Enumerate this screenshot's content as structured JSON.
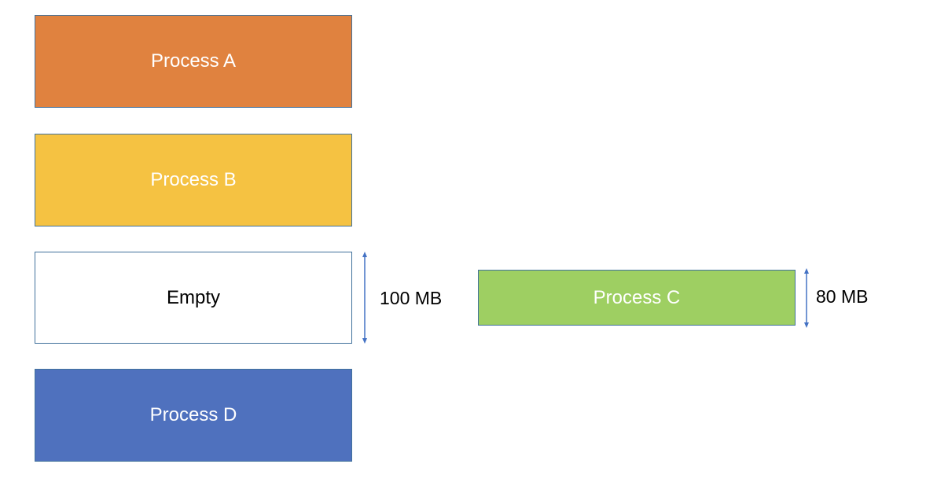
{
  "colors": {
    "process_a": "#e0823f",
    "process_b": "#f5c242",
    "empty": "#ffffff",
    "process_d": "#4f71be",
    "process_c": "#9ecf62",
    "border": "#41719c",
    "dimension_arrow": "#4472c4",
    "light_text": "#ffffff",
    "dark_text": "#000000"
  },
  "memory_blocks": [
    {
      "label": "Process A",
      "fill": "#e0823f",
      "text_color": "#ffffff"
    },
    {
      "label": "Process B",
      "fill": "#f5c242",
      "text_color": "#ffffff"
    },
    {
      "label": "Empty",
      "fill": "#ffffff",
      "text_color": "#000000",
      "size": "100 MB"
    },
    {
      "label": "Process D",
      "fill": "#4f71be",
      "text_color": "#ffffff"
    }
  ],
  "incoming_process": {
    "label": "Process C",
    "fill": "#9ecf62",
    "text_color": "#ffffff",
    "size": "80 MB"
  }
}
